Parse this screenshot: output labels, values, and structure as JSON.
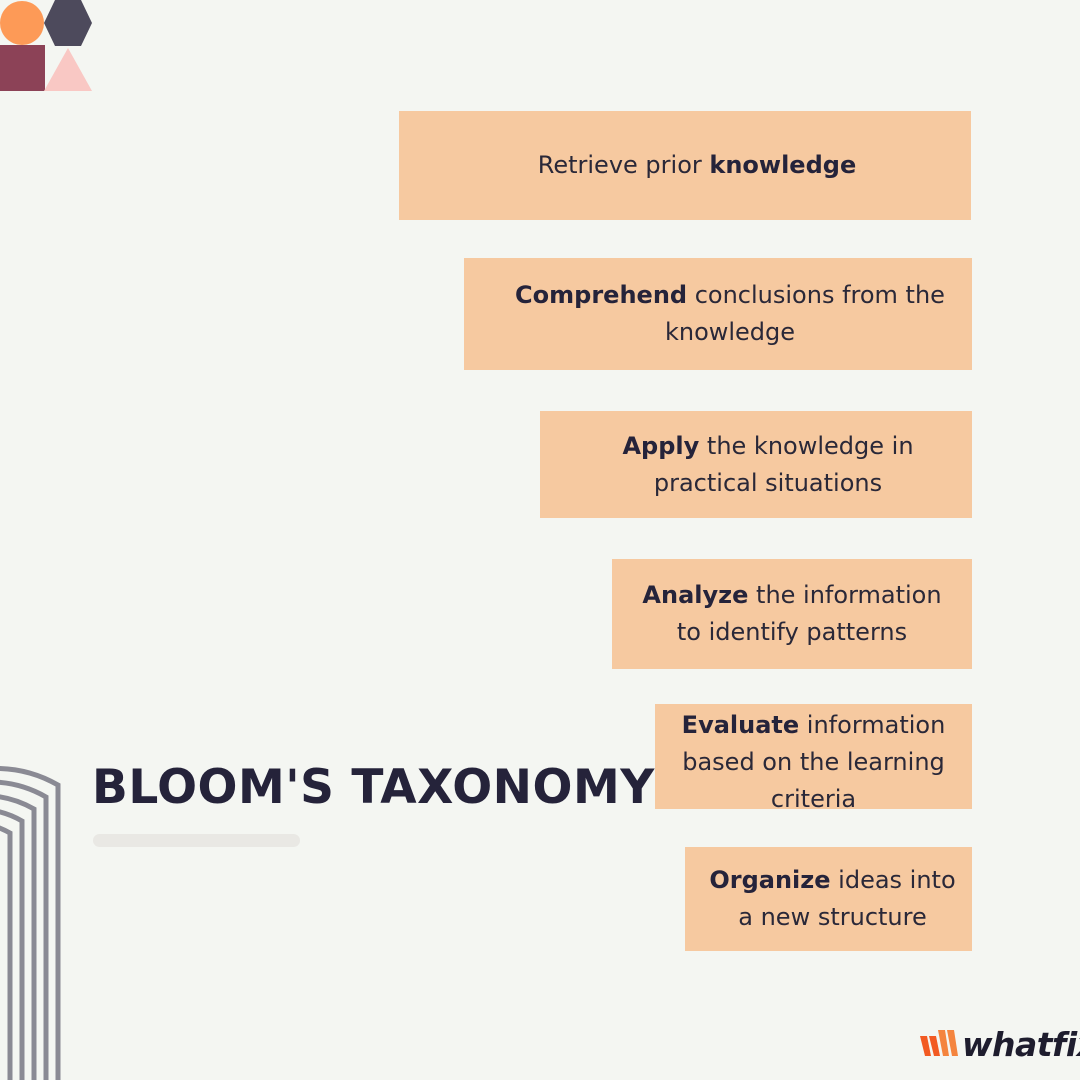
{
  "title": "BLOOM'S TAXONOMY",
  "steps": [
    {
      "bold": "",
      "before": "Retrieve prior ",
      "bold_end": "knowledge",
      "text": ""
    },
    {
      "bold": "Comprehend",
      "text": " conclusions from the knowledge"
    },
    {
      "bold": "Apply",
      "text": " the knowledge in practical situations"
    },
    {
      "bold": "Analyze",
      "text": " the information to identify patterns"
    },
    {
      "bold": "Evaluate",
      "text": " information based on the learning criteria"
    },
    {
      "bold": "Organize",
      "text": " ideas into a new structure"
    }
  ],
  "logo": {
    "name": "whatfix"
  },
  "colors": {
    "background": "#f4f6f2",
    "card": "#f6c9a0",
    "title": "#25233a",
    "accent_orange": "#fd9a57",
    "accent_plum": "#8c4257",
    "accent_pink": "#f9c8c4",
    "accent_dark": "#4d4a5c",
    "arc_gray": "#8a8a94"
  },
  "icons": [
    "decorative-shapes-icon",
    "concentric-arcs-icon",
    "whatfix-logo-icon"
  ]
}
